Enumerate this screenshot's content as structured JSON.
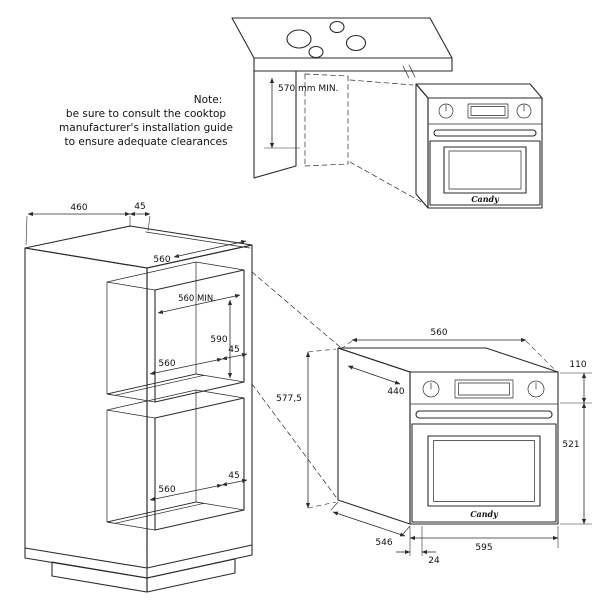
{
  "colors": {
    "background": "#ffffff",
    "line": "#2a2a2a",
    "text": "#111111"
  },
  "note": {
    "title": "Note:",
    "lines": [
      "be sure to consult the cooktop",
      "manufacturer's installation guide",
      "to ensure adequate clearances"
    ]
  },
  "top_view": {
    "clearance_label": "570 mm MIN.",
    "oven_brand": "Candy"
  },
  "cabinet_view": {
    "dims": {
      "top_depth": "460",
      "top_front_rail": "45",
      "top_width": "560",
      "niche_width_min": "560 MIN.",
      "niche_height": "590",
      "upper_vent_width": "560",
      "upper_vent_depth": "45",
      "lower_vent_width": "560",
      "lower_vent_depth": "45",
      "install_height": "577,5"
    }
  },
  "oven_view": {
    "brand": "Candy",
    "dims": {
      "top_width": "560",
      "depth_inner": "440",
      "panel_height": "110",
      "door_height": "521",
      "body_depth": "546",
      "front_width": "595",
      "door_protrusion": "24"
    }
  }
}
